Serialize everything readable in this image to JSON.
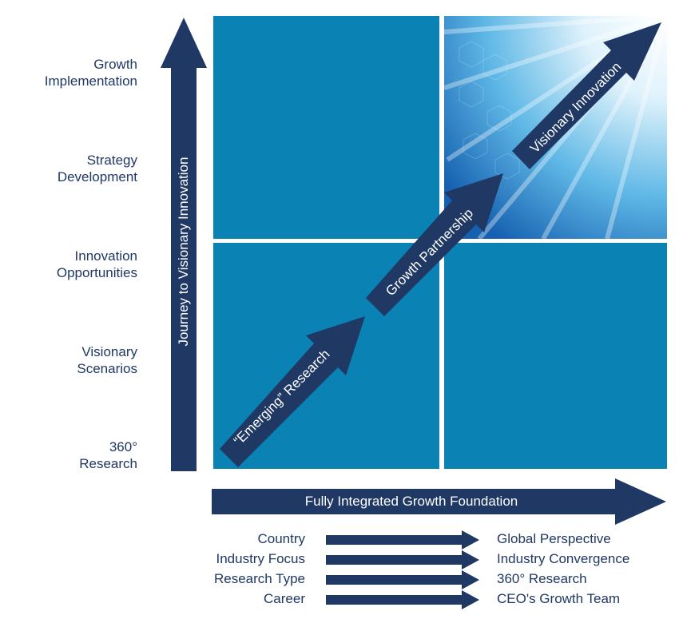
{
  "y_axis": {
    "title": "Journey to Visionary Innovation",
    "levels": [
      "Growth\nImplementation",
      "Strategy\nDevelopment",
      "Innovation\nOpportunities",
      "Visionary\nScenarios",
      "360°\nResearch"
    ]
  },
  "x_axis": {
    "title": "Fully Integrated Growth Foundation"
  },
  "diagonal": {
    "steps": [
      "“Emerging” Research",
      "Growth Partnership",
      "Visionary Innovation"
    ]
  },
  "transitions": [
    {
      "from": "Country",
      "to": "Global Perspective"
    },
    {
      "from": "Industry Focus",
      "to": "Industry Convergence"
    },
    {
      "from": "Research Type",
      "to": "360° Research"
    },
    {
      "from": "Career",
      "to": "CEO's Growth Team"
    }
  ],
  "colors": {
    "navy": "#1f3864",
    "quadrant_blue": "#0a82b4",
    "highlight_light": "#dff2fb"
  }
}
